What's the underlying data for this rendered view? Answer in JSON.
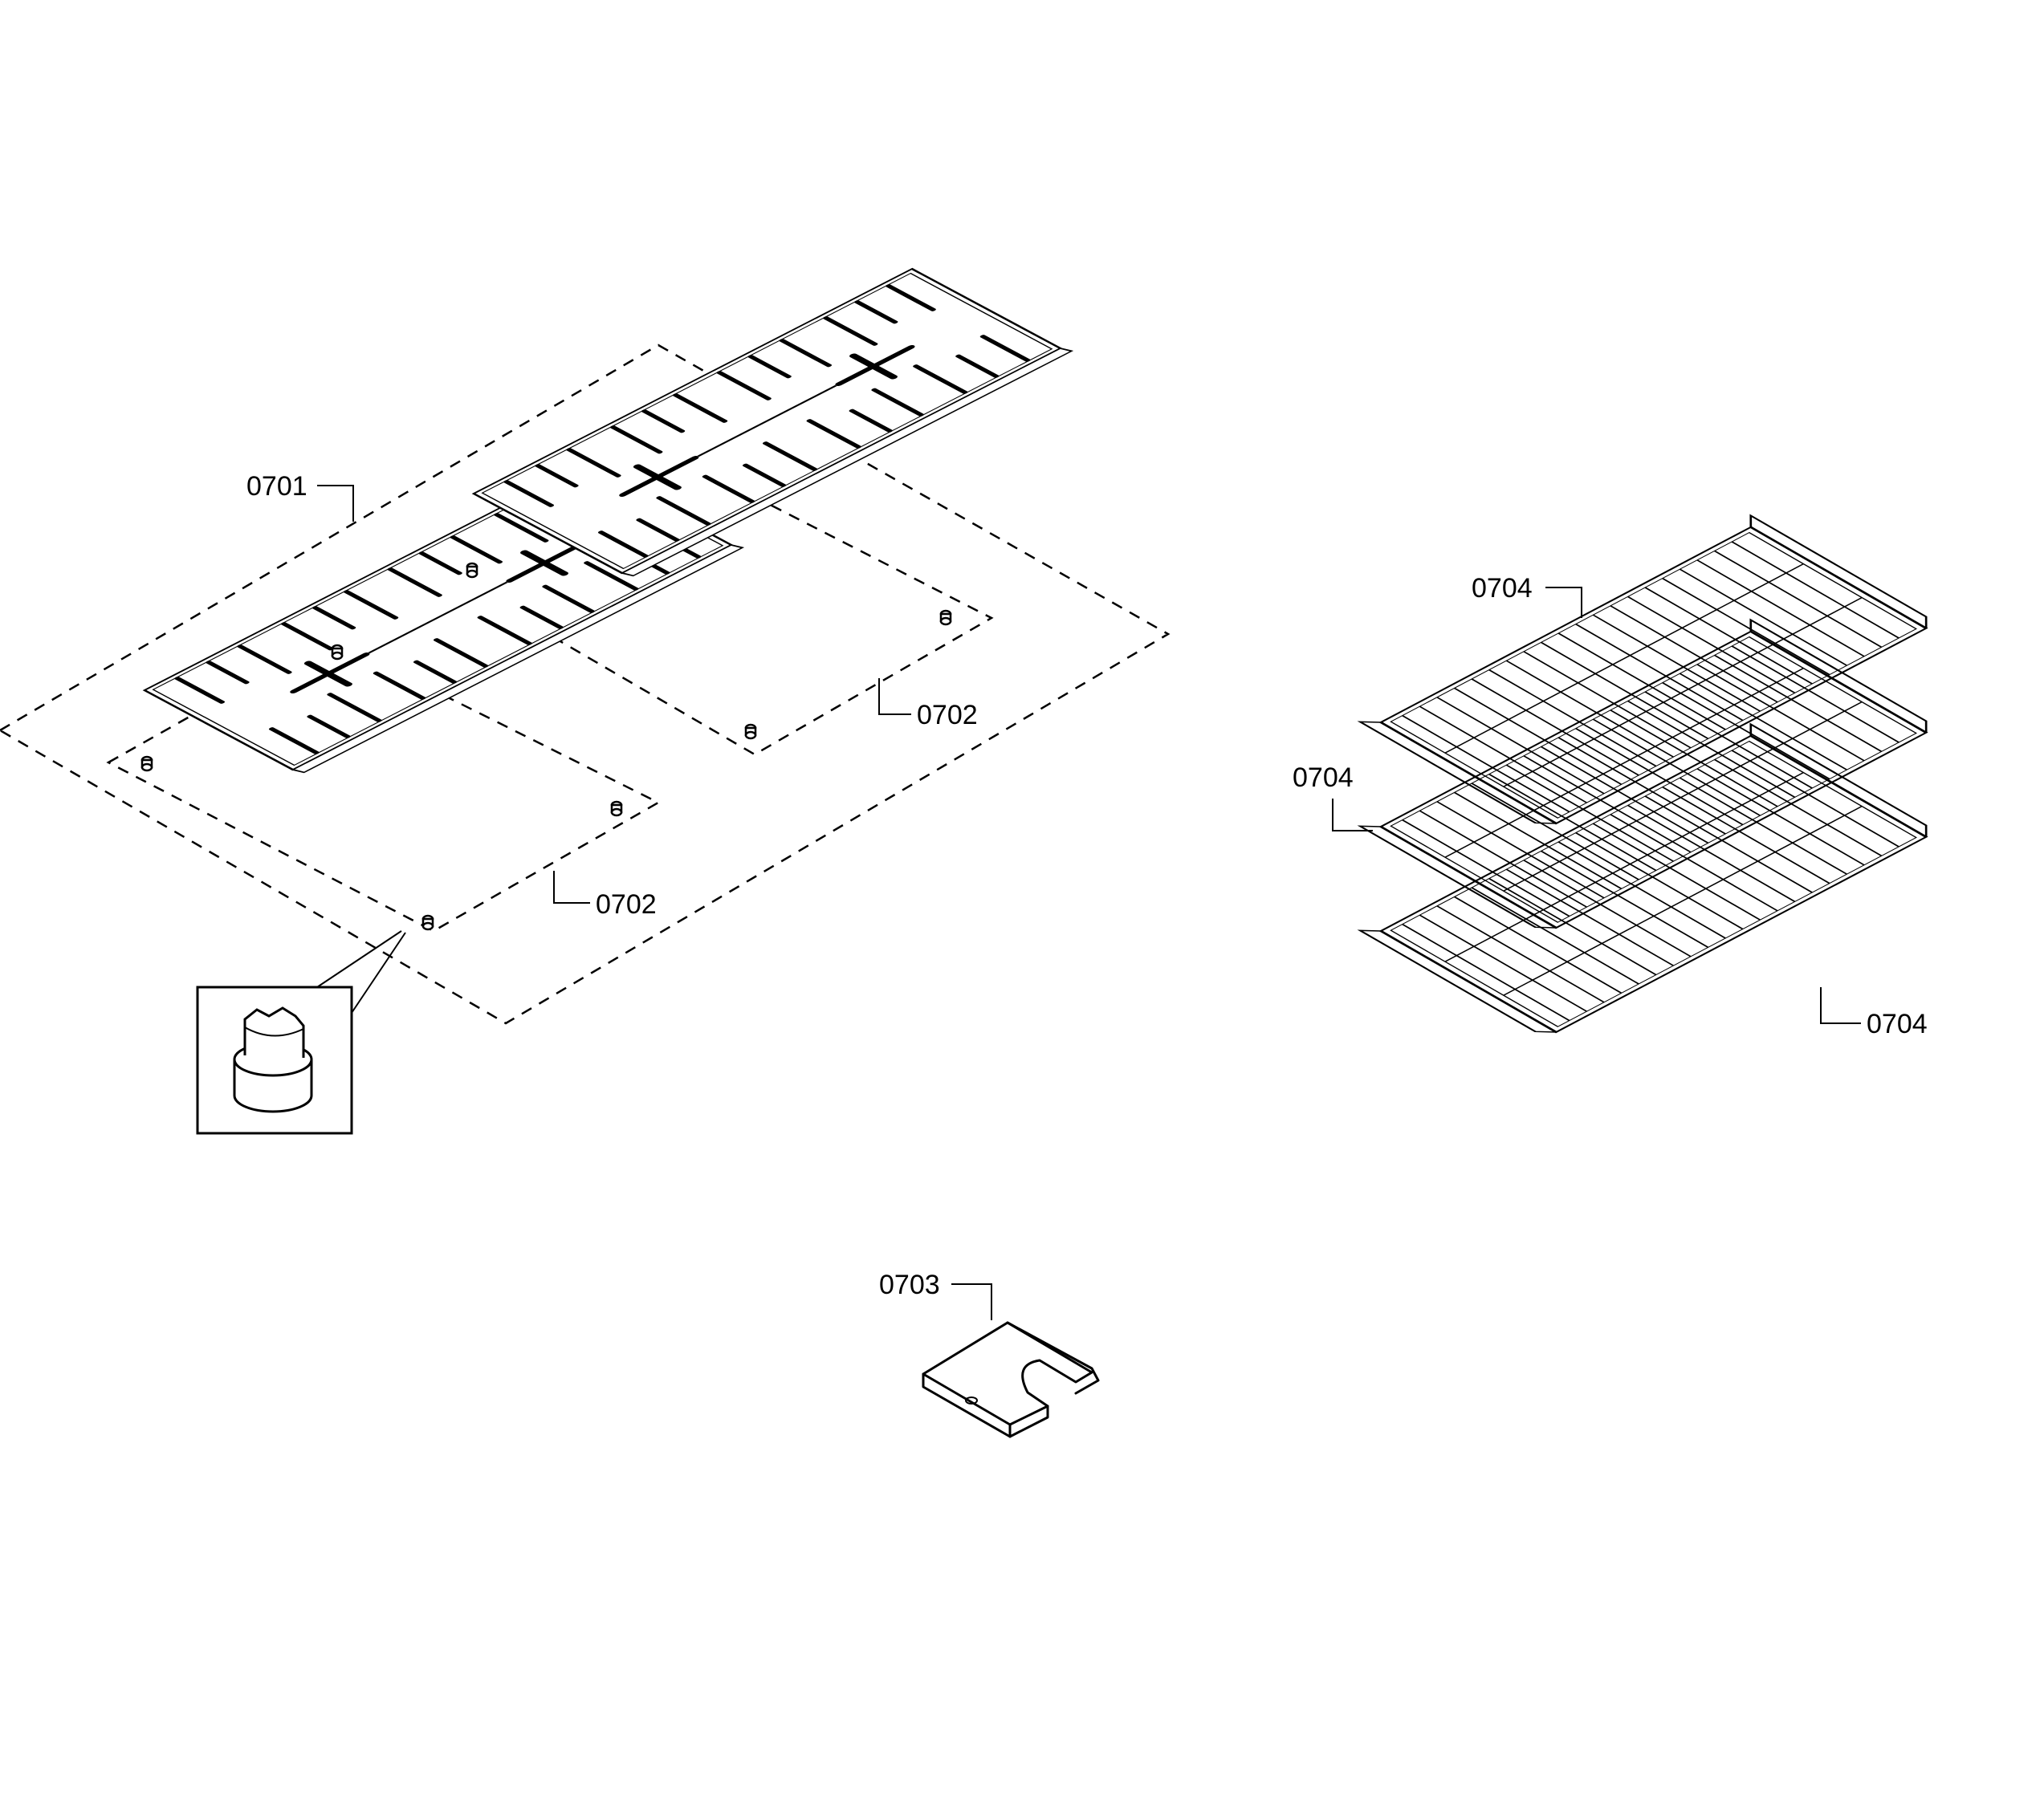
{
  "callouts": {
    "grate_group": "0701",
    "bumper_right": "0702",
    "bumper_left": "0702",
    "bracket": "0703",
    "rack_top": "0704",
    "rack_middle": "0704",
    "rack_bottom": "0704"
  },
  "icons": {
    "grate": "burner-grate-icon",
    "bumper": "rubber-bumper-icon",
    "bracket": "anti-tip-bracket-icon",
    "rack": "oven-rack-icon"
  }
}
